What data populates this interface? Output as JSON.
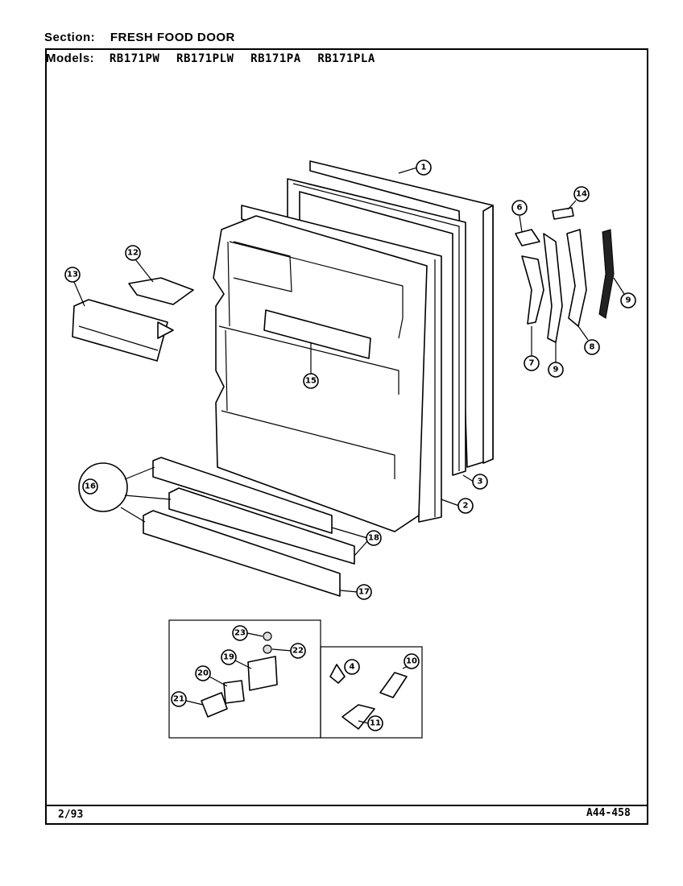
{
  "header": {
    "section_label": "Section:",
    "section_value": "FRESH FOOD DOOR",
    "models_label": "Models:",
    "models": [
      "RB171PW",
      "RB171PLW",
      "RB171PA",
      "RB171PLA"
    ]
  },
  "footer": {
    "date": "2/93",
    "diagram_number": "A44-458"
  },
  "callouts": [
    {
      "id": "c1",
      "label": "1"
    },
    {
      "id": "c2",
      "label": "2"
    },
    {
      "id": "c3",
      "label": "3"
    },
    {
      "id": "c4",
      "label": "4"
    },
    {
      "id": "c6",
      "label": "6"
    },
    {
      "id": "c7",
      "label": "7"
    },
    {
      "id": "c8",
      "label": "8"
    },
    {
      "id": "c9",
      "label": "9"
    },
    {
      "id": "c9b",
      "label": "9"
    },
    {
      "id": "c10",
      "label": "10"
    },
    {
      "id": "c11",
      "label": "11"
    },
    {
      "id": "c12",
      "label": "12"
    },
    {
      "id": "c13",
      "label": "13"
    },
    {
      "id": "c14",
      "label": "14"
    },
    {
      "id": "c15",
      "label": "15"
    },
    {
      "id": "c16",
      "label": "16"
    },
    {
      "id": "c17",
      "label": "17"
    },
    {
      "id": "c18",
      "label": "18"
    },
    {
      "id": "c19",
      "label": "19"
    },
    {
      "id": "c20",
      "label": "20"
    },
    {
      "id": "c21",
      "label": "21"
    },
    {
      "id": "c22",
      "label": "22"
    },
    {
      "id": "c23",
      "label": "23"
    }
  ]
}
